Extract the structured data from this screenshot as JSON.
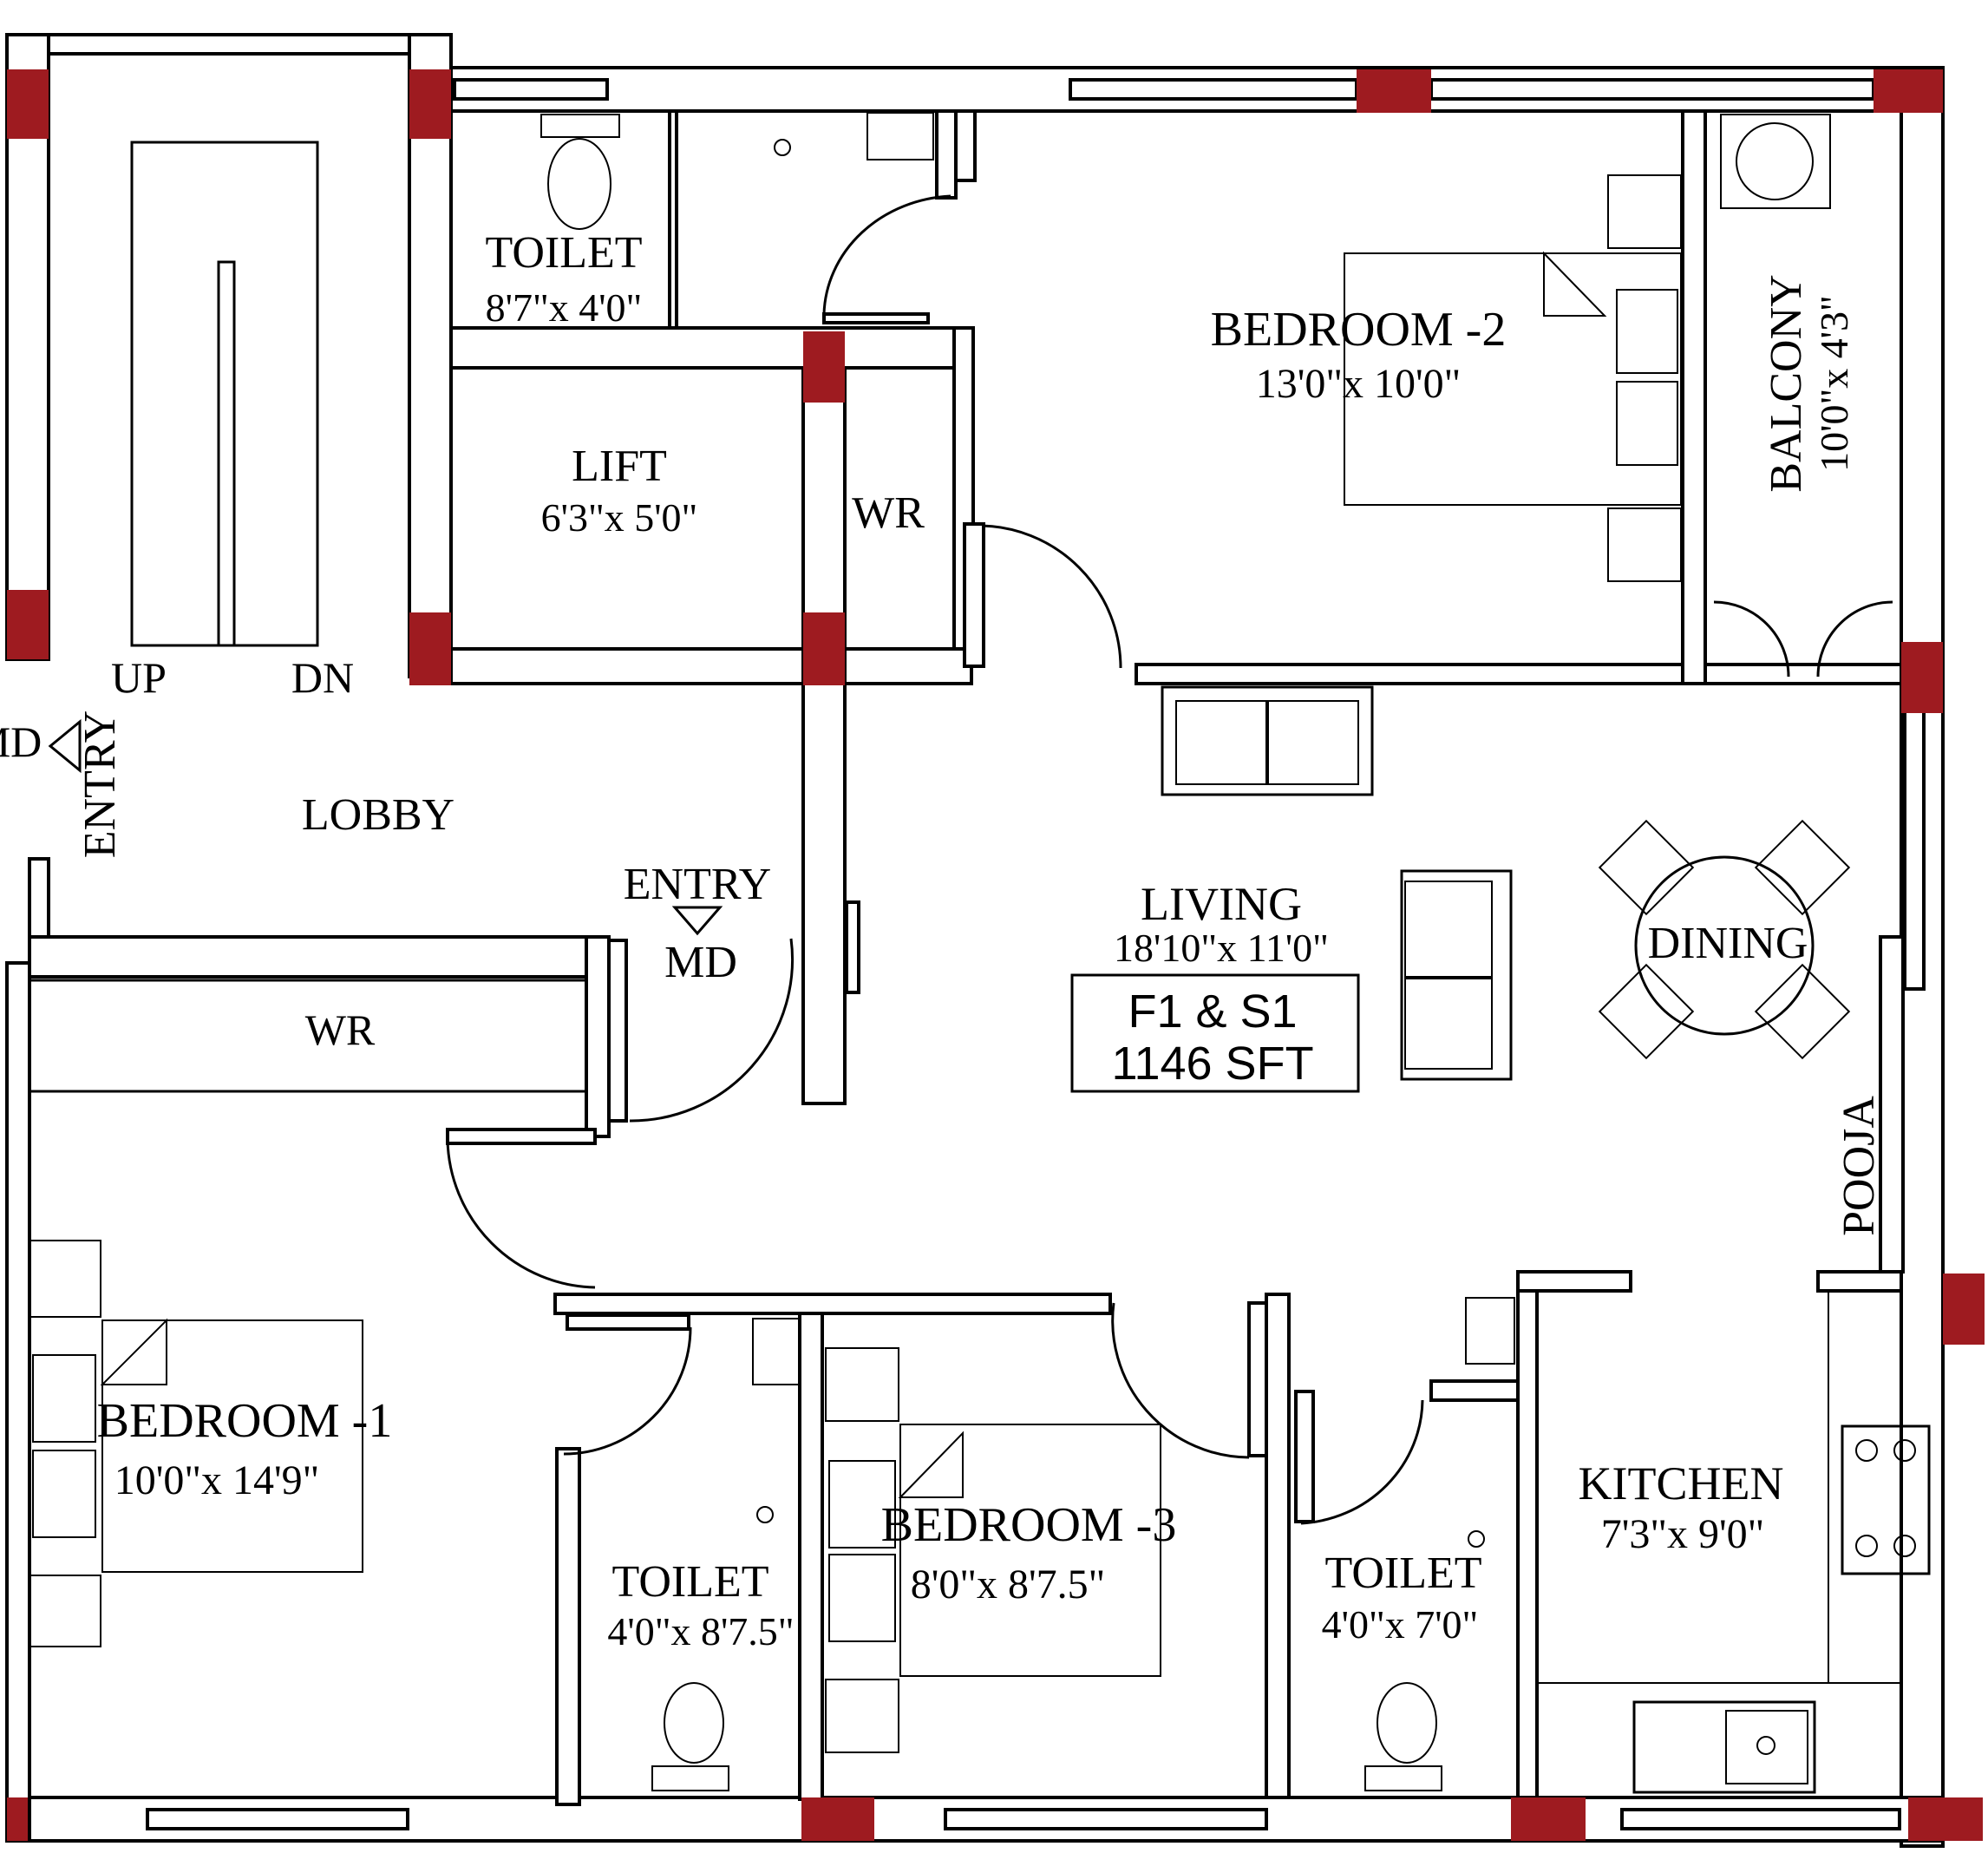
{
  "colors": {
    "column": "#9e1b20",
    "line": "#000000",
    "background": "#ffffff"
  },
  "rooms": {
    "toilet_top": {
      "name": "TOILET",
      "size": "8'7\"x 4'0\""
    },
    "lift": {
      "name": "LIFT",
      "size": "6'3\"x 5'0\""
    },
    "wr_top": {
      "name": "WR"
    },
    "bedroom2": {
      "name": "BEDROOM -2",
      "size": "13'0\"x 10'0\""
    },
    "balcony": {
      "name": "BALCONY",
      "size": "10'0\"x 4'3\""
    },
    "lobby": {
      "name": "LOBBY"
    },
    "living": {
      "name": "LIVING",
      "size": "18'10\"x 11'0\""
    },
    "dining": {
      "name": "DINING"
    },
    "wr_left": {
      "name": "WR"
    },
    "bedroom1": {
      "name": "BEDROOM -1",
      "size": "10'0\"x 14'9\""
    },
    "toilet_mid": {
      "name": "TOILET",
      "size": "4'0\"x 8'7.5\""
    },
    "bedroom3": {
      "name": "BEDROOM -3",
      "size": "8'0\"x 8'7.5\""
    },
    "toilet_right": {
      "name": "TOILET",
      "size": "4'0\"x 7'0\""
    },
    "kitchen": {
      "name": "KITCHEN",
      "size": "7'3\"x 9'0\""
    },
    "pooja": {
      "name": "POOJA"
    }
  },
  "stairs": {
    "up": "UP",
    "down": "DN"
  },
  "entries": {
    "side_entry": "ENTRY",
    "side_md": "MD",
    "main_entry": "ENTRY",
    "main_md": "MD"
  },
  "unit": {
    "line1": "F1 & S1",
    "line2": "1146 SFT"
  }
}
